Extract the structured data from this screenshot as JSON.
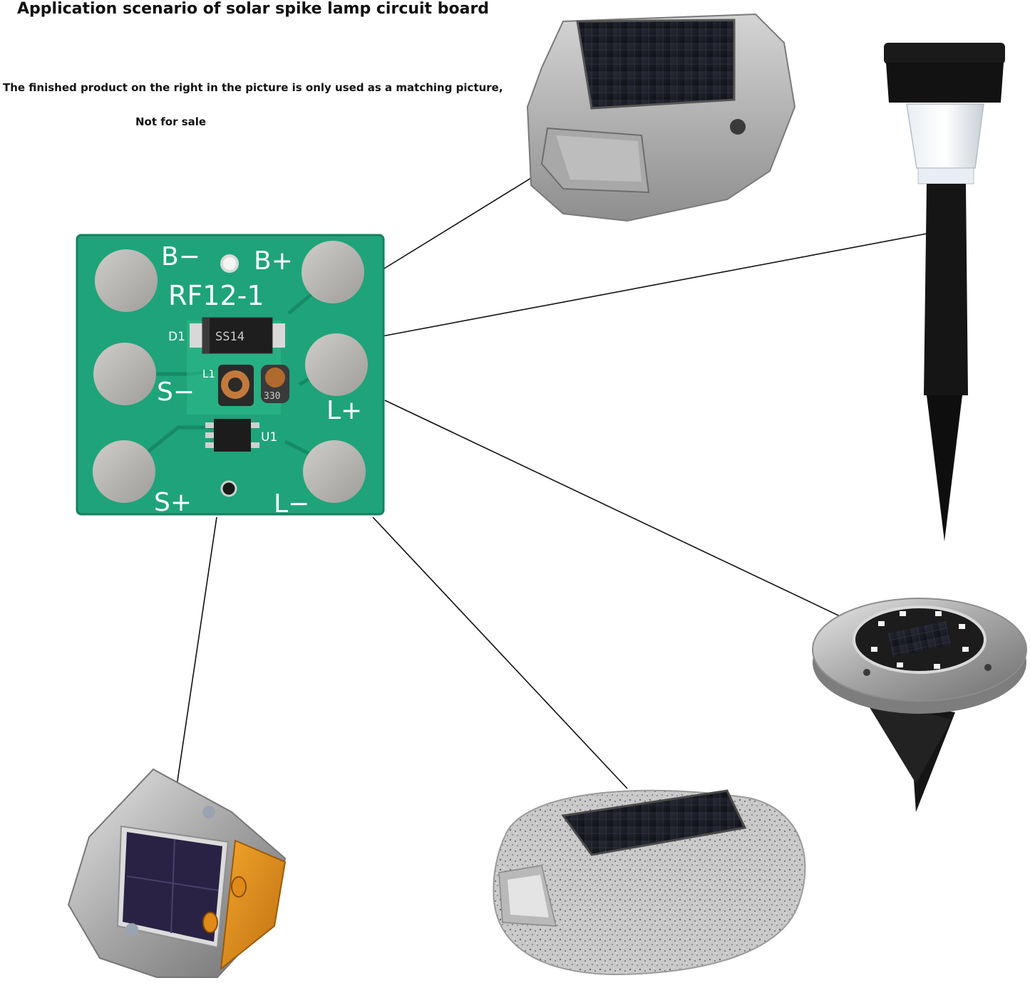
{
  "title": "Application scenario of solar spike lamp circuit board",
  "note_line1": "The finished product on the right in the picture is only used as a matching picture,",
  "note_line2": "Not for sale",
  "board": {
    "model": "RF12-1",
    "pads": {
      "b_minus": "B−",
      "b_plus": "B+",
      "s_minus": "S−",
      "s_plus": "S+",
      "l_plus": "L+",
      "l_minus": "L−"
    },
    "components": {
      "diode": "D1",
      "inductor": "L1",
      "ic": "U1",
      "diode_marking": "SS14",
      "inductor_marking": "330"
    },
    "colors": {
      "pcb": "#1fa37a",
      "pad": "#b8b6b2"
    }
  },
  "products": [
    {
      "name": "solar-road-stud-gray",
      "icon": "road-stud-icon"
    },
    {
      "name": "solar-spike-lamp",
      "icon": "spike-lamp-icon"
    },
    {
      "name": "solar-disk-ground-light",
      "icon": "disk-light-icon"
    },
    {
      "name": "solar-stone-light",
      "icon": "stone-light-icon"
    },
    {
      "name": "solar-road-stud-amber",
      "icon": "amber-stud-icon"
    }
  ]
}
